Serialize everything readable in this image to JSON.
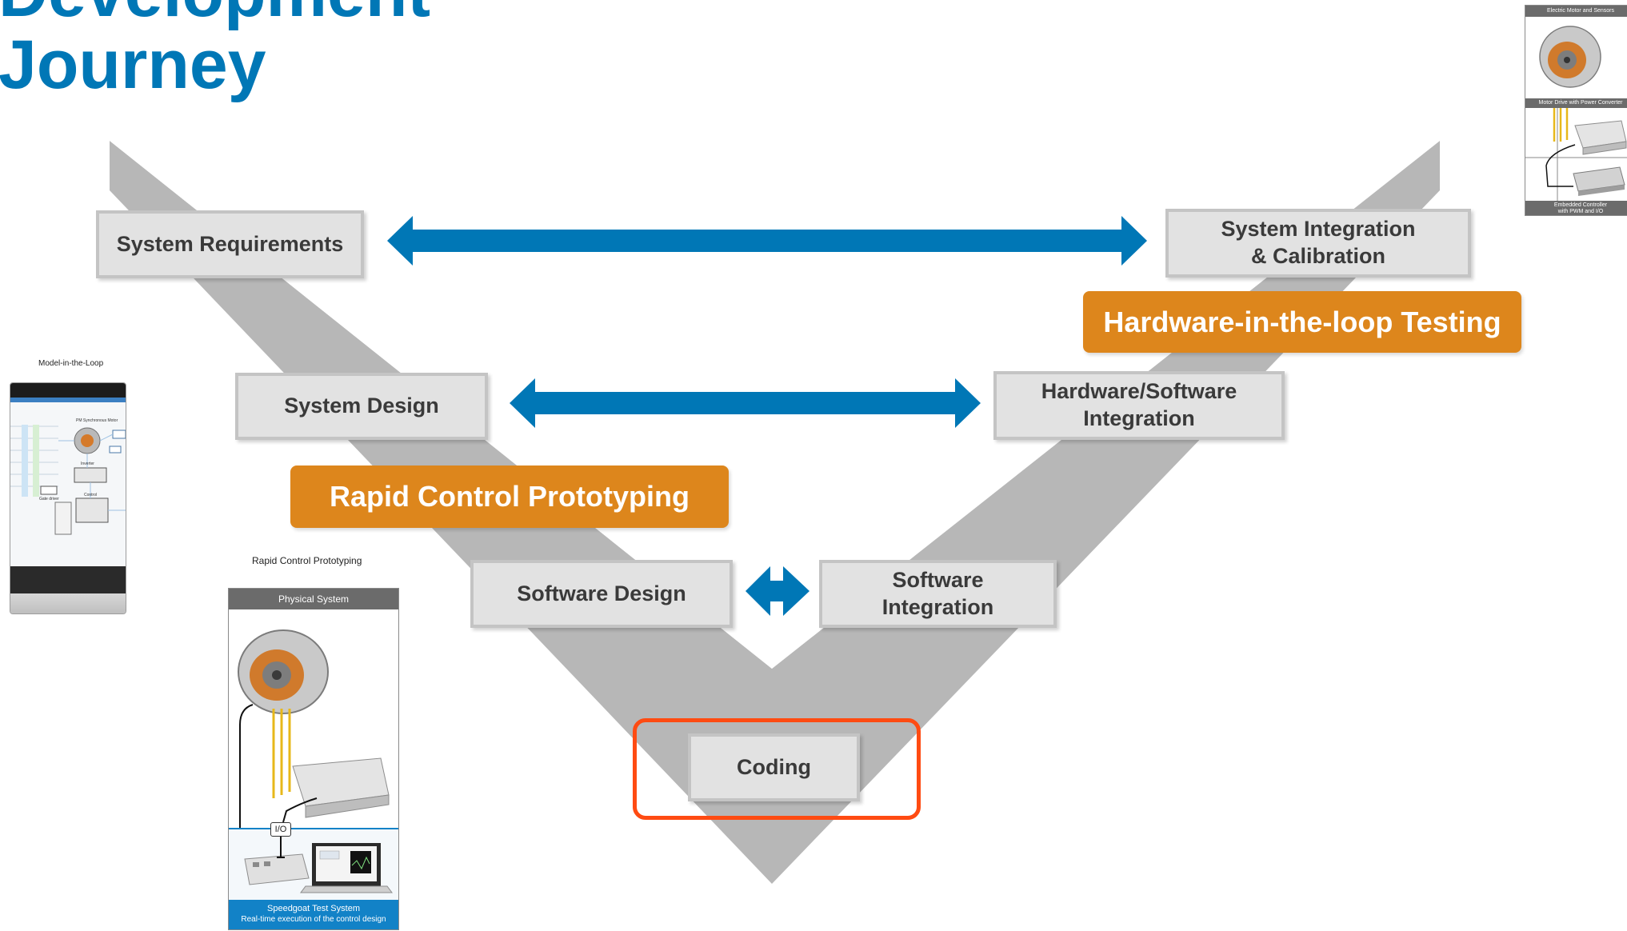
{
  "title": {
    "line1": "Development",
    "line2": "Journey"
  },
  "colors": {
    "title": "#0077b6",
    "arrow": "#0077b6",
    "v_shape": "#b7b7b7",
    "stage_fill": "#e2e2e2",
    "tag_fill": "#dd861c",
    "highlight": "#ff4b12",
    "card_header": "#6b6b6b",
    "card_footer": "#1282c7"
  },
  "stages": {
    "system_requirements": "System Requirements",
    "system_design": "System Design",
    "software_design": "Software Design",
    "coding": "Coding",
    "software_integration": "Software\nIntegration",
    "hw_sw_integration": "Hardware/Software\nIntegration",
    "system_integration": "System Integration\n& Calibration"
  },
  "tags": {
    "rapid_control_prototyping": "Rapid Control Prototyping",
    "hil_testing": "Hardware-in-the-loop Testing"
  },
  "highlighted_stage": "Coding",
  "thumbnails": {
    "model_in_the_loop": {
      "caption": "Model-in-the-Loop",
      "diagram_title": "PM Synchronous Motor",
      "labels": [
        "Inverter",
        "Gate driver",
        "Control"
      ]
    },
    "rapid_control_prototyping": {
      "caption": "Rapid Control Prototyping",
      "header": "Physical System",
      "io_label": "I/O",
      "footer_title": "Speedgoat Test System",
      "footer_subtitle": "Real-time execution of the control design"
    },
    "hardware_in_the_loop": {
      "top_band": "Electric Motor and Sensors",
      "mid_band": "Motor Drive with Power Converter",
      "bottom_band_line1": "Embedded Controller",
      "bottom_band_line2": "with PWM and I/O"
    }
  },
  "icons": {
    "arrow_top": "double-headed-arrow-icon",
    "arrow_middle": "double-headed-arrow-icon",
    "arrow_bottom": "double-headed-arrow-icon",
    "motor": "electric-motor-icon",
    "power_converter": "power-converter-icon",
    "controller": "embedded-controller-icon",
    "laptop": "laptop-icon",
    "target_machine": "target-machine-icon"
  }
}
